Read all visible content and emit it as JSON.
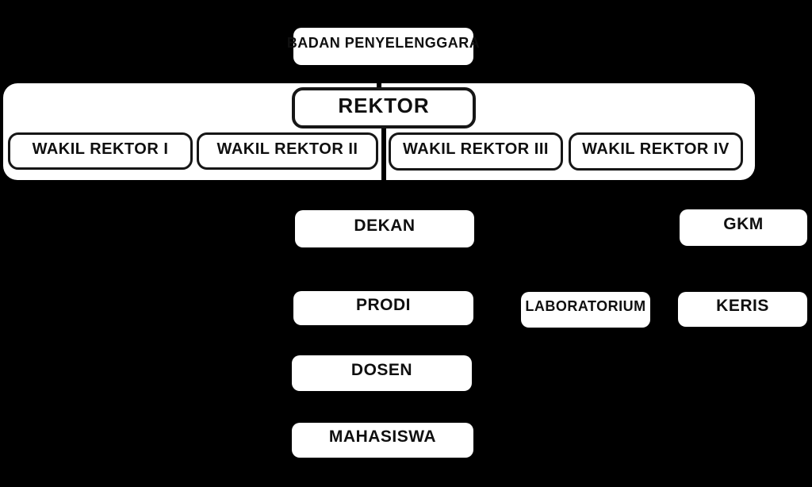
{
  "diagram": {
    "type": "org-chart",
    "colors": {
      "background": "#000000",
      "node_fill": "#ffffff",
      "node_text": "#0f0f0f",
      "node_border": "#161616",
      "connector": "#000000"
    },
    "nodes": {
      "badan_penyelenggara": {
        "label": "BADAN PENYELENGGARA"
      },
      "rektor": {
        "label": "REKTOR"
      },
      "wakil_rektor_1": {
        "label": "WAKIL REKTOR I"
      },
      "wakil_rektor_2": {
        "label": "WAKIL REKTOR II"
      },
      "wakil_rektor_3": {
        "label": "WAKIL REKTOR III"
      },
      "wakil_rektor_4": {
        "label": "WAKIL REKTOR IV"
      },
      "dekan": {
        "label": "DEKAN"
      },
      "gkm": {
        "label": "GKM"
      },
      "prodi": {
        "label": "PRODI"
      },
      "laboratorium": {
        "label": "LABORATORIUM"
      },
      "keris": {
        "label": "KERIS"
      },
      "dosen": {
        "label": "DOSEN"
      },
      "mahasiswa": {
        "label": "MAHASISWA"
      }
    },
    "visible_connectors": [
      {
        "from": "badan_penyelenggara",
        "to": "rektor"
      },
      {
        "from": "rektor",
        "to": "wakil_rektor_row"
      }
    ]
  }
}
